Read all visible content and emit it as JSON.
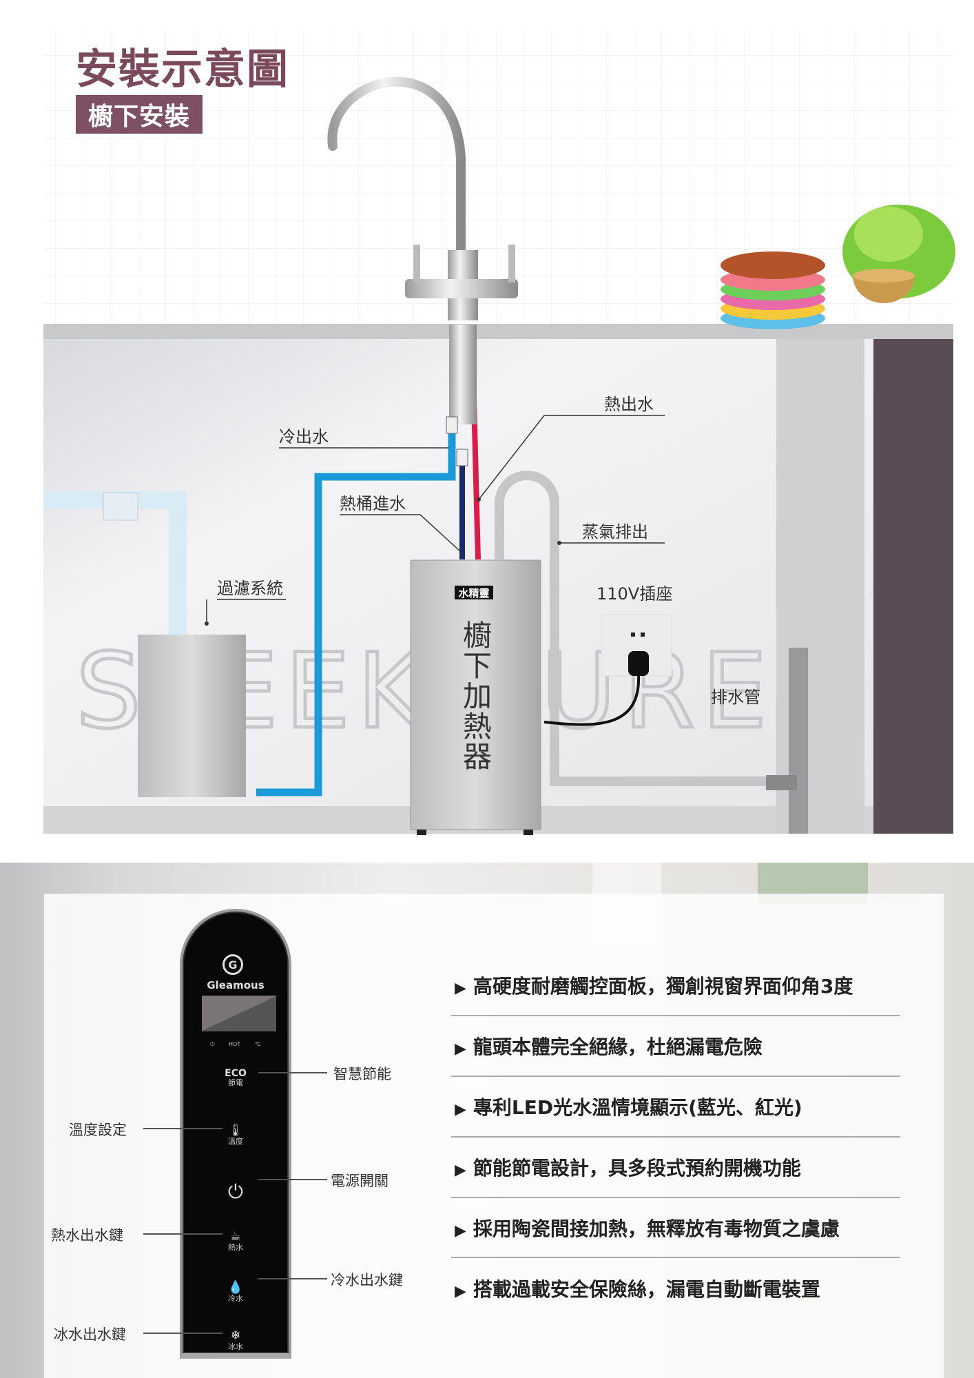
{
  "header": {
    "title": "安裝示意圖",
    "badge": "櫥下安裝"
  },
  "diagram": {
    "labels": {
      "cold_out": "冷出水",
      "hot_out": "熱出水",
      "tank_in": "熱桶進水",
      "steam_out": "蒸氣排出",
      "filter": "過濾系統",
      "socket": "110V插座",
      "drain": "排水管",
      "heater_brand": "水精靈",
      "heater_name": "櫥下加熱器"
    },
    "watermark": "SLEEK PURE",
    "colors": {
      "cold_pipe": "#1a9ad8",
      "tank_in_pipe": "#1a2a6e",
      "hot_pipe": "#d81e48",
      "accent": "#7d5063"
    }
  },
  "panel": {
    "brand": "Gleamous",
    "logo_letter": "G",
    "indicators": [
      "⏻",
      "HOT",
      "℃"
    ],
    "buttons": [
      {
        "icon": "ECO",
        "label": "節電"
      },
      {
        "icon": "🌡",
        "label": "溫度"
      },
      {
        "icon": "⏻",
        "label": ""
      },
      {
        "icon": "☕",
        "label": "熱水"
      },
      {
        "icon": "💧",
        "label": "冷水"
      },
      {
        "icon": "❄",
        "label": "冰水"
      }
    ],
    "callouts_left": [
      "溫度設定",
      "熱水出水鍵",
      "冰水出水鍵"
    ],
    "callouts_right": [
      "智慧節能",
      "電源開關",
      "冷水出水鍵"
    ]
  },
  "features": [
    "高硬度耐磨觸控面板，獨創視窗界面仰角3度",
    "龍頭本體完全絕緣，杜絕漏電危險",
    "專利LED光水溫情境顯示(藍光、紅光)",
    "節能節電設計，具多段式預約開機功能",
    "採用陶瓷間接加熱，無釋放有毒物質之虞慮",
    "搭載過載安全保險絲，漏電自動斷電裝置"
  ],
  "bullet": "▶"
}
